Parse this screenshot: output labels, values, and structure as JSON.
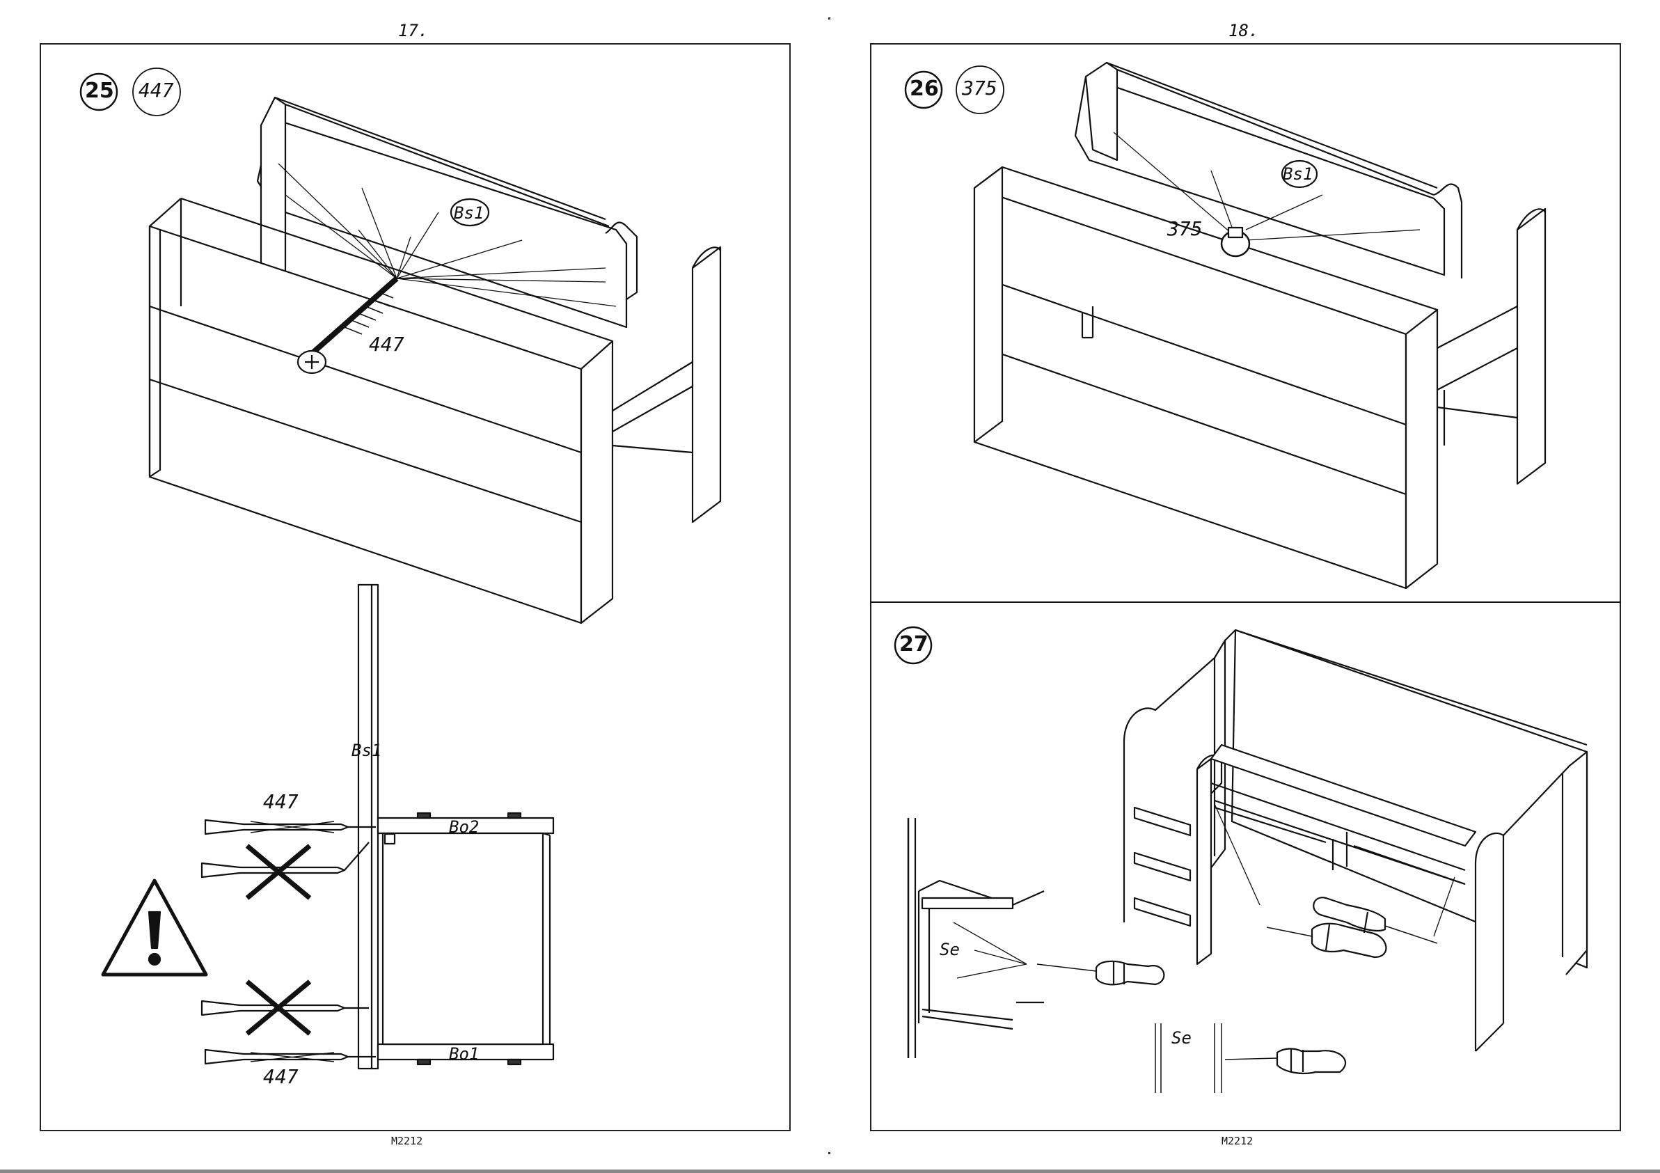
{
  "pages": [
    {
      "number": "17.",
      "code": "M2212",
      "steps": [
        {
          "badge": "25",
          "qty": "447"
        }
      ],
      "labels": {
        "part_label": "Bs1",
        "screw_qty": "447",
        "section_label": "Bs1",
        "top_screw_qty": "447",
        "bottom_screw_qty": "447",
        "top_board": "Bo2",
        "bottom_board": "Bo1"
      }
    },
    {
      "number": "18.",
      "code": "M2212",
      "steps": [
        {
          "badge": "26",
          "qty": "375"
        },
        {
          "badge": "27",
          "qty": ""
        }
      ],
      "labels": {
        "part_label": "Bs1",
        "knob_qty": "375",
        "detail_label_1": "Se",
        "detail_label_2": "Se"
      }
    }
  ],
  "icons": [
    "warning-triangle-icon",
    "prohibited-cross-icon",
    "screw-icon",
    "screwdriver-icon",
    "knob-icon"
  ]
}
